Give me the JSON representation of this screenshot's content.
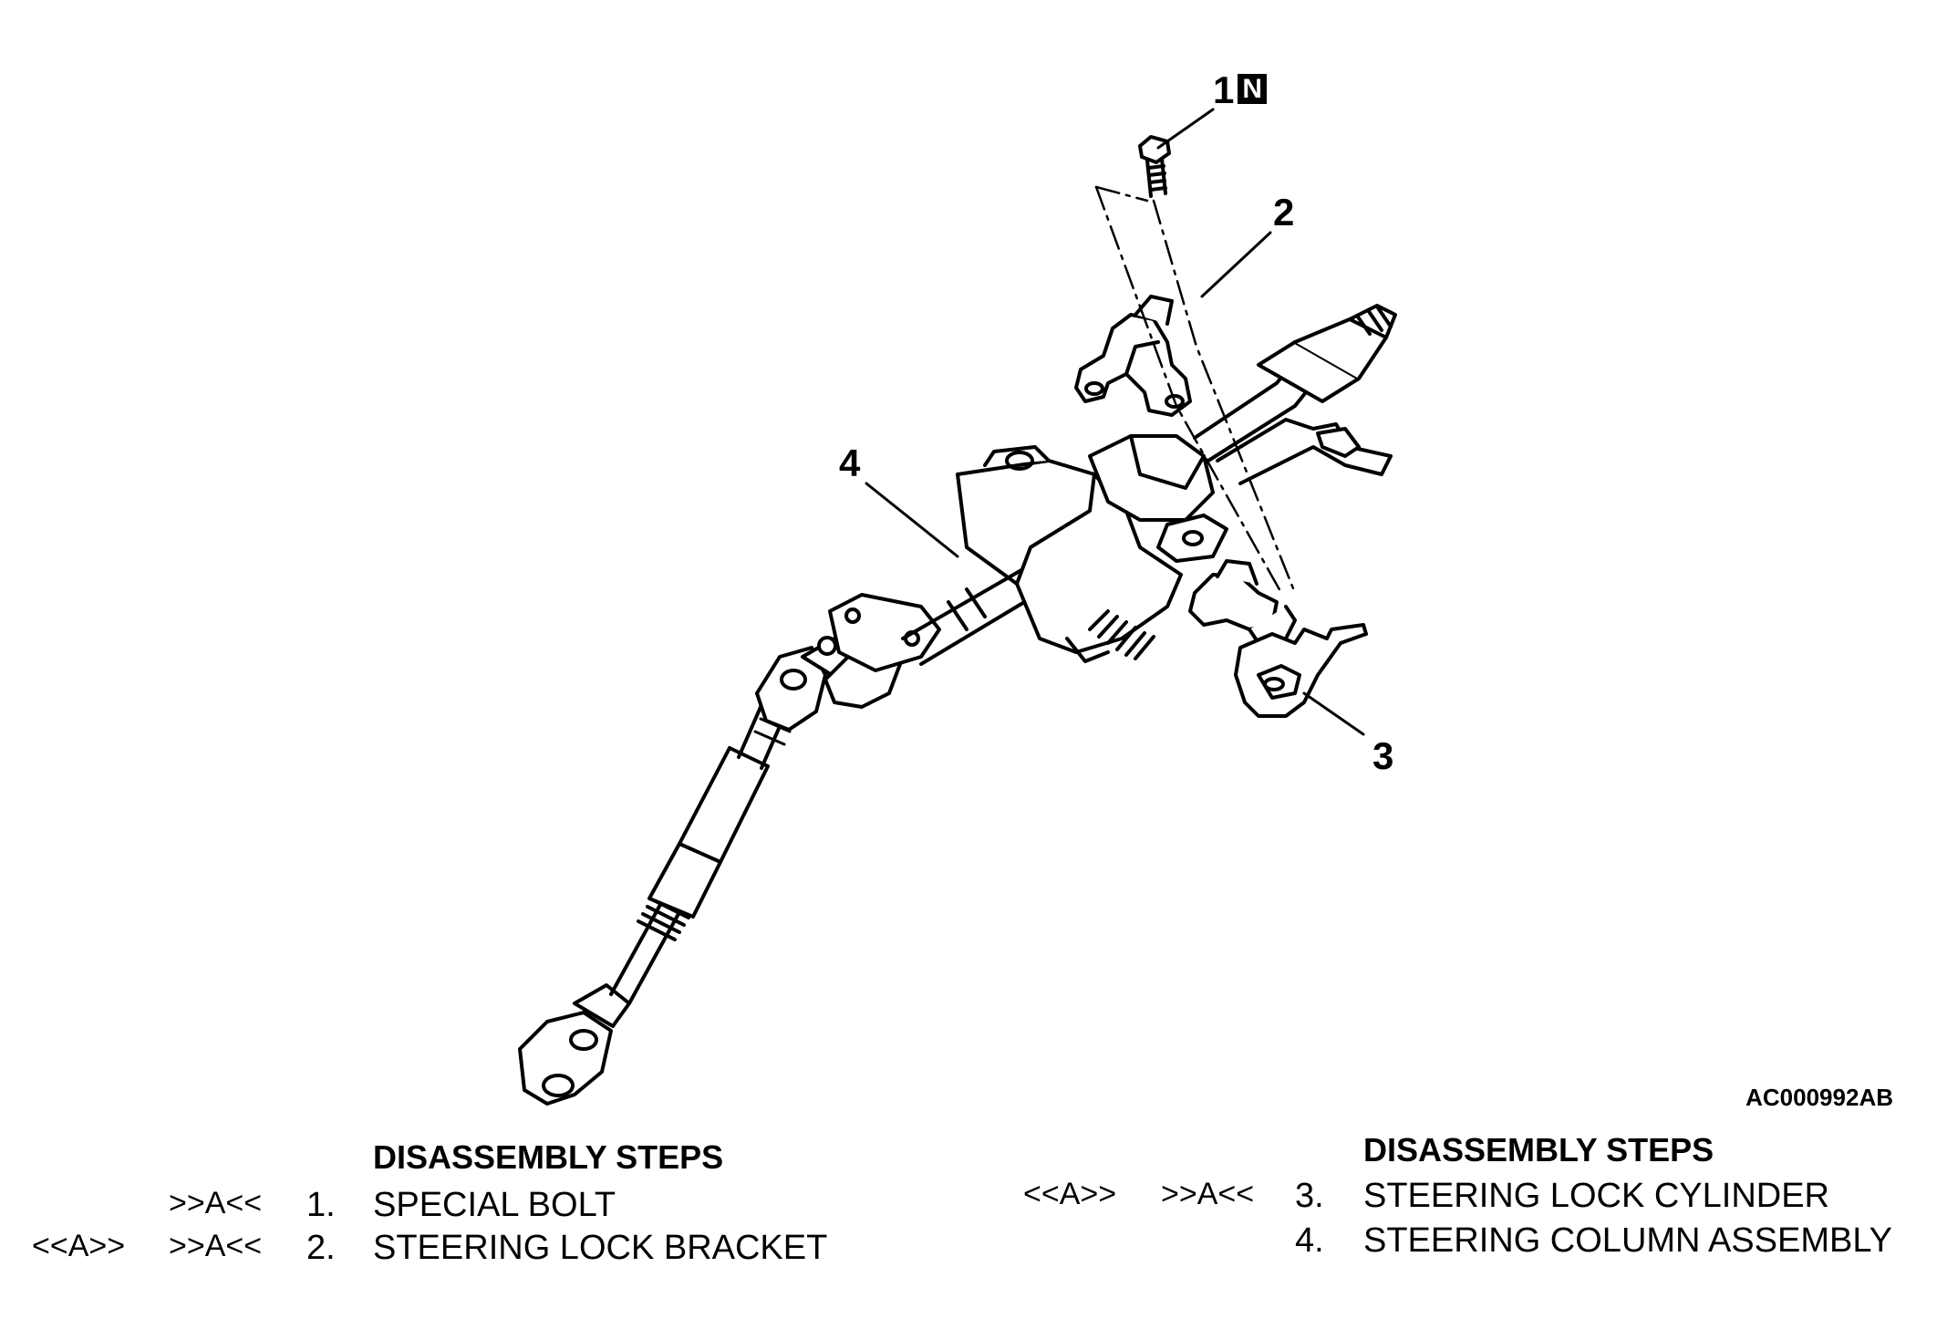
{
  "callouts": {
    "c1": "1",
    "c1_badge": "N",
    "c2": "2",
    "c3": "3",
    "c4": "4"
  },
  "figure_id": "AC000992AB",
  "left_table": {
    "heading": "DISASSEMBLY STEPS",
    "rows": [
      {
        "removal": "",
        "install": ">>A<<",
        "num": "1.",
        "label": "SPECIAL BOLT"
      },
      {
        "removal": "<<A>>",
        "install": ">>A<<",
        "num": "2.",
        "label": "STEERING LOCK BRACKET"
      }
    ]
  },
  "right_table": {
    "heading": "DISASSEMBLY STEPS",
    "rows": [
      {
        "removal": "<<A>>",
        "install": ">>A<<",
        "num": "3.",
        "label": "STEERING LOCK CYLINDER"
      },
      {
        "removal": "",
        "install": "",
        "num": "4.",
        "label": "STEERING COLUMN ASSEMBLY"
      }
    ]
  }
}
